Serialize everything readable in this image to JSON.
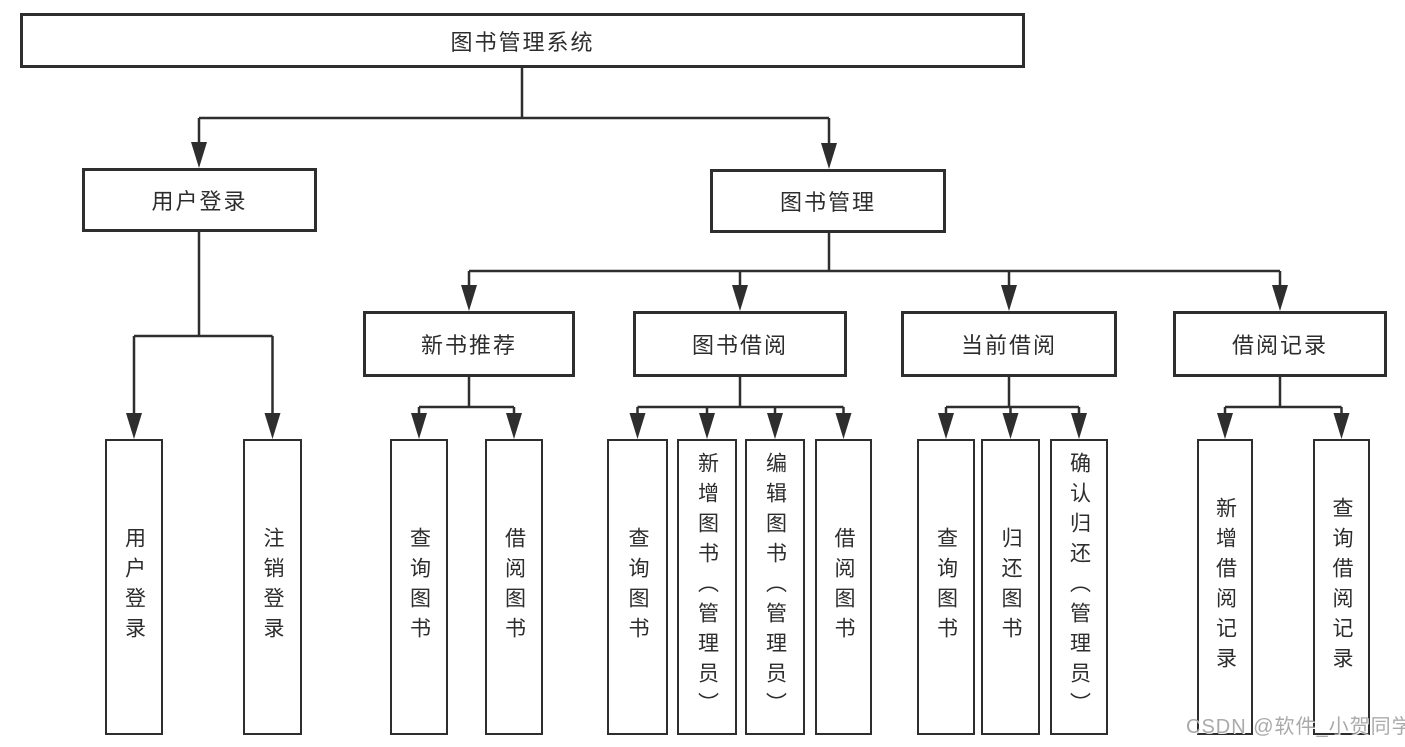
{
  "tree": {
    "label": "图书管理系统",
    "children": [
      {
        "label": "用户登录",
        "children": [
          {
            "label": "用户登录"
          },
          {
            "label": "注销登录"
          }
        ]
      },
      {
        "label": "图书管理",
        "children": [
          {
            "label": "新书推荐",
            "children": [
              {
                "label": "查询图书"
              },
              {
                "label": "借阅图书"
              }
            ]
          },
          {
            "label": "图书借阅",
            "children": [
              {
                "label": "查询图书"
              },
              {
                "label": "新增图书（管理员）"
              },
              {
                "label": "编辑图书（管理员）"
              },
              {
                "label": "借阅图书"
              }
            ]
          },
          {
            "label": "当前借阅",
            "children": [
              {
                "label": "查询图书"
              },
              {
                "label": "归还图书"
              },
              {
                "label": "确认归还（管理员）"
              }
            ]
          },
          {
            "label": "借阅记录",
            "children": [
              {
                "label": "新增借阅记录"
              },
              {
                "label": "查询借阅记录"
              }
            ]
          }
        ]
      }
    ]
  },
  "watermark": "CSDN @软件_小贺同学",
  "colors": {
    "line": "#2e2e2e",
    "box_border": "#2e2e2e",
    "text": "#2d2d2d",
    "watermark": "#9b9b9b",
    "background": "#ffffff"
  }
}
